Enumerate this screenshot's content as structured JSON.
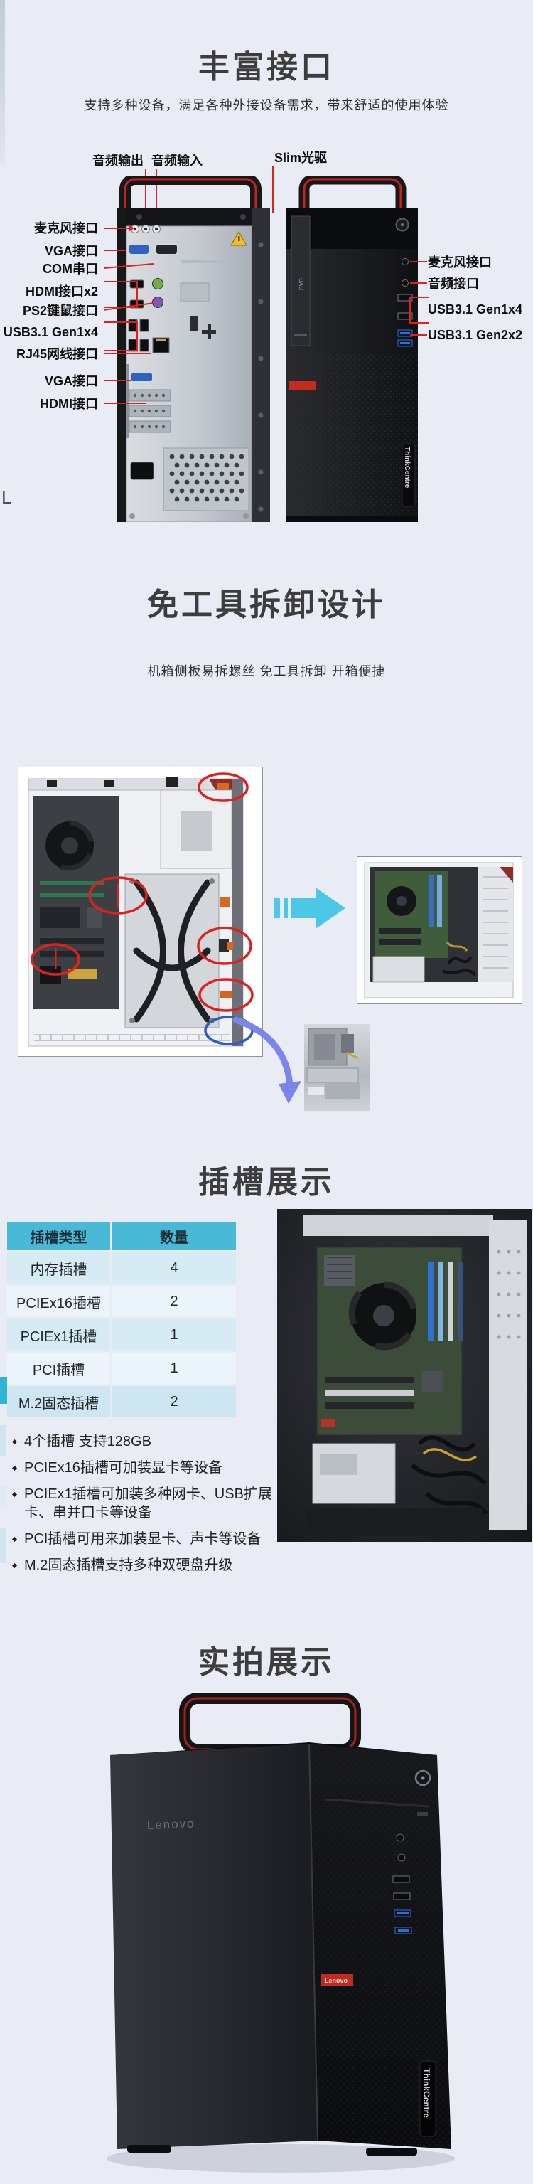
{
  "colors": {
    "page_bg": "#e9ecf4",
    "accent_red": "#e0201c",
    "table_header_bg": "#48b9d6",
    "table_row_light": "#d7ebf4",
    "table_row_lighter": "#eaf4fa",
    "cyan_arrow": "#4cc7e6",
    "blue_curved_arrow": "#7b86ea"
  },
  "decor": {
    "stray_letter": "L"
  },
  "brand": {
    "thinkcentre": "ThinkCentre",
    "lenovo_side": "Lenovo",
    "lenovo_badge": "Lenovo",
    "odd_mark": "DVD"
  },
  "sections": {
    "ports": {
      "title": "丰富接口",
      "subtitle": "支持多种设备，满足各种外接设备需求，带来舒适的使用体验",
      "audio_out": "音频输出",
      "audio_in": "音频输入",
      "slim_odd": "Slim光驱",
      "back": {
        "mic": "麦克风接口",
        "vga": "VGA接口",
        "com": "COM串口",
        "hdmi2": "HDMI接口x2",
        "ps2": "PS2键鼠接口",
        "usb31g1": "USB3.1 Gen1x4",
        "rj45": "RJ45网线接口",
        "vga_card": "VGA接口",
        "hdmi": "HDMI接口"
      },
      "front": {
        "mic": "麦克风接口",
        "audio": "音频接口",
        "usb31g1": "USB3.1 Gen1x4",
        "usb31g2": "USB3.1 Gen2x2"
      }
    },
    "toolfree": {
      "title": "免工具拆卸设计",
      "subtitle": "机箱侧板易拆螺丝 免工具拆卸 开箱便捷"
    },
    "slots": {
      "title": "插槽展示",
      "table": {
        "headers": [
          "插槽类型",
          "数量"
        ],
        "rows": [
          [
            "内存插槽",
            "4"
          ],
          [
            "PCIEx16插槽",
            "2"
          ],
          [
            "PCIEx1插槽",
            "1"
          ],
          [
            "PCI插槽",
            "1"
          ],
          [
            "M.2固态插槽",
            "2"
          ]
        ]
      },
      "bullets": [
        "4个插槽 支持128GB",
        "PCIEx16插槽可加装显卡等设备",
        "PCIEx1插槽可加装多种网卡、USB扩展卡、串并口卡等设备",
        "PCI插槽可用来加装显卡、声卡等设备",
        "M.2固态插槽支持多种双硬盘升级"
      ]
    },
    "photos": {
      "title": "实拍展示"
    }
  },
  "chart_data": {
    "type": "table",
    "title": "插槽展示",
    "columns": [
      "插槽类型",
      "数量"
    ],
    "rows": [
      [
        "内存插槽",
        4
      ],
      [
        "PCIEx16插槽",
        2
      ],
      [
        "PCIEx1插槽",
        1
      ],
      [
        "PCI插槽",
        1
      ],
      [
        "M.2固态插槽",
        2
      ]
    ]
  }
}
